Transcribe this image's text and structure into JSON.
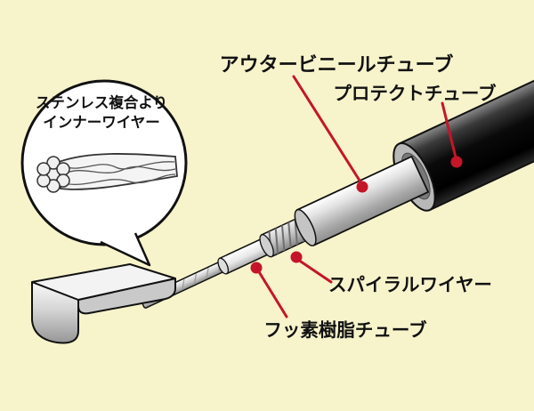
{
  "diagram": {
    "labels": {
      "outer_vinyl_tube": "アウタービニールチューブ",
      "protect_tube": "プロテクトチューブ",
      "spiral_wire": "スパイラルワイヤー",
      "fluororesin_tube": "フッ素樹脂チューブ",
      "inner_wire_line1": "ステンレス複合より",
      "inner_wire_line2": "インナーワイヤー"
    },
    "colors": {
      "background": "#f7f3cb",
      "callout_red": "#c41628",
      "outline_black": "#111111"
    }
  }
}
